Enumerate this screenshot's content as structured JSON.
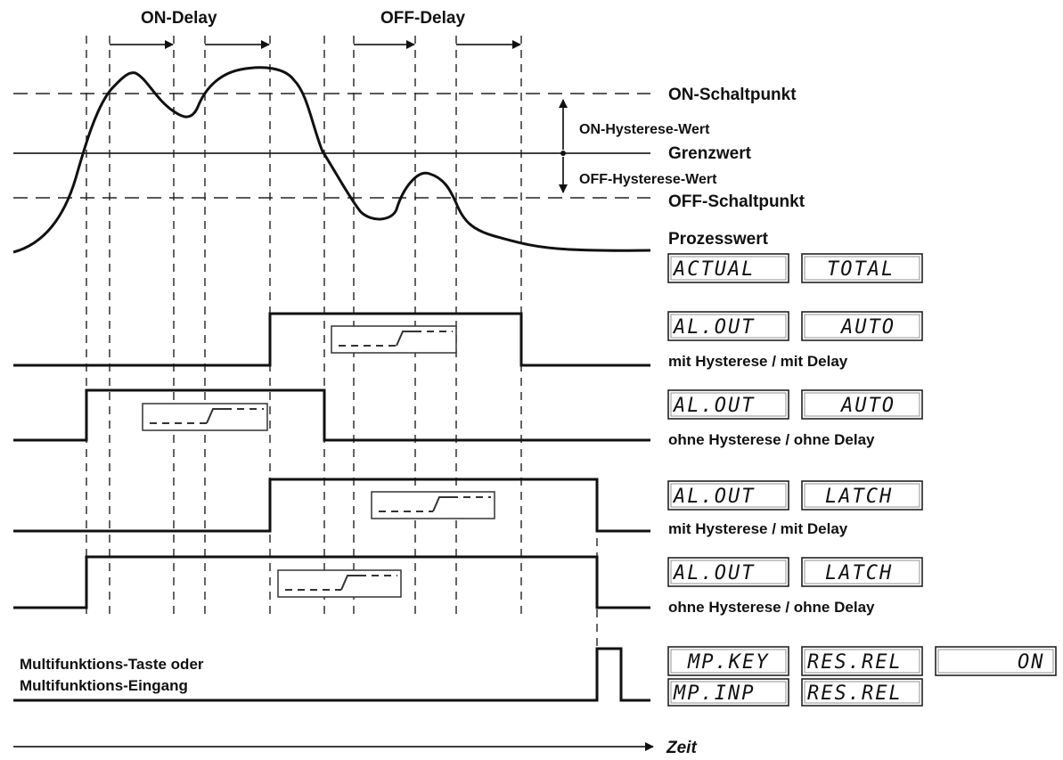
{
  "labels": {
    "on_delay": "ON-Delay",
    "off_delay": "OFF-Delay",
    "on_schaltpunkt": "ON-Schaltpunkt",
    "on_hysterese": "ON-Hysterese-Wert",
    "grenzwert": "Grenzwert",
    "off_hysterese": "OFF-Hysterese-Wert",
    "off_schaltpunkt": "OFF-Schaltpunkt",
    "prozesswert": "Prozesswert",
    "row1_caption": "mit Hysterese / mit Delay",
    "row2_caption": "ohne Hysterese / ohne Delay",
    "row3_caption": "mit Hysterese / mit Delay",
    "row4_caption": "ohne Hysterese / ohne Delay",
    "multi_line1": "Multifunktions-Taste oder",
    "multi_line2": "Multifunktions-Eingang",
    "zeit": "Zeit"
  },
  "displays": {
    "process": [
      "ACTUAL",
      "TOTAL"
    ],
    "row1": [
      "AL.OUT",
      "AUTO"
    ],
    "row2": [
      "AL.OUT",
      "AUTO"
    ],
    "row3": [
      "AL.OUT",
      "LATCH"
    ],
    "row4": [
      "AL.OUT",
      "LATCH"
    ],
    "multi_key": [
      "MP.KEY",
      "RES.REL",
      "ON"
    ],
    "multi_inp": [
      "MP.INP",
      "RES.REL"
    ]
  }
}
